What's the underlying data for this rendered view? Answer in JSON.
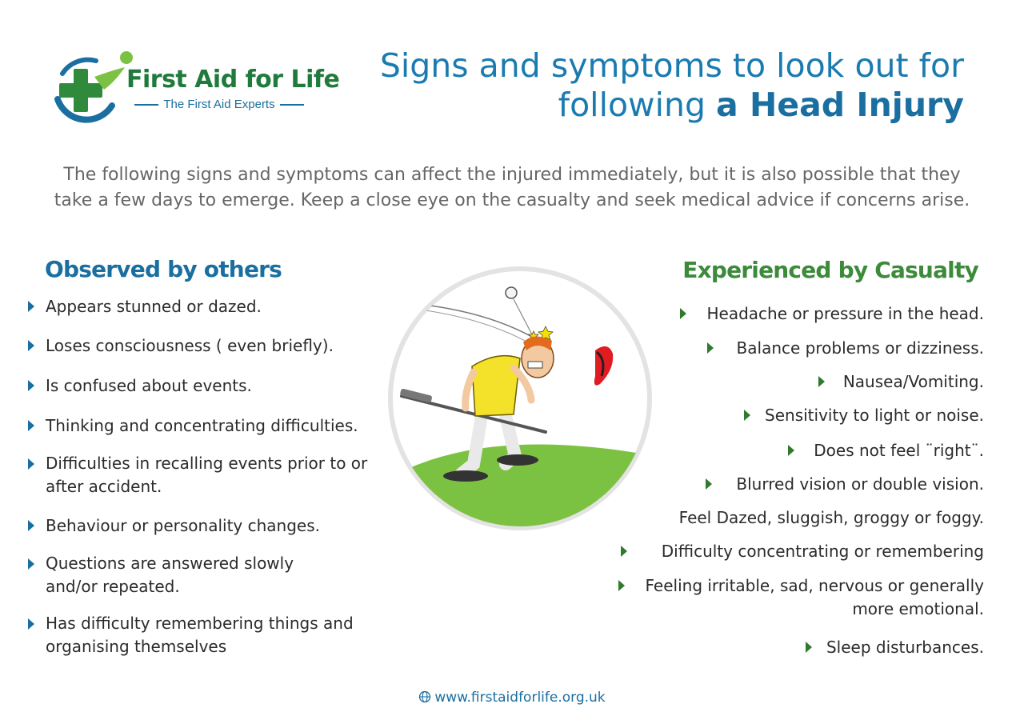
{
  "brand": {
    "name": "First Aid for Life",
    "tagline": "The First Aid Experts",
    "colors": {
      "blue": "#1a6fa0",
      "green": "#3c8a3a",
      "grass": "#7cc242"
    }
  },
  "headline": {
    "line1": "Signs and symptoms to look out for",
    "line2_prefix": "following ",
    "line2_bold": "a Head Injury"
  },
  "intro": {
    "text": "The following signs and symptoms can affect the injured immediately, but it is also possible that they take a few days to emerge. Keep a close eye on the casualty and seek medical advice if concerns arise."
  },
  "observed": {
    "heading": "Observed by others",
    "items": [
      "Appears stunned or dazed.",
      "Loses consciousness ( even briefly).",
      "Is confused about events.",
      "Thinking and concentrating difficulties.",
      "Difficulties in recalling events prior to or",
      "after accident.",
      "Behaviour or personality changes.",
      "Questions are answered slowly",
      "and/or repeated.",
      "Has difficulty remembering things and",
      "organising themselves"
    ]
  },
  "experienced": {
    "heading": "Experienced by Casualty",
    "items": [
      "Headache or pressure in the head.",
      "Balance problems or dizziness.",
      "Nausea/Vomiting.",
      "Sensitivity to light or noise.",
      "Does not feel ¨right¨.",
      "Blurred vision or double vision.",
      "Feel Dazed, sluggish, groggy or foggy.",
      "Difficulty concentrating or  remembering",
      "Feeling irritable, sad, nervous or generally",
      "more emotional.",
      "Sleep disturbances."
    ]
  },
  "illustration": {
    "icon": "golfer-hit-by-ball-illustration"
  },
  "footer": {
    "url": "www.firstaidforlife.org.uk",
    "icon": "globe-icon"
  }
}
